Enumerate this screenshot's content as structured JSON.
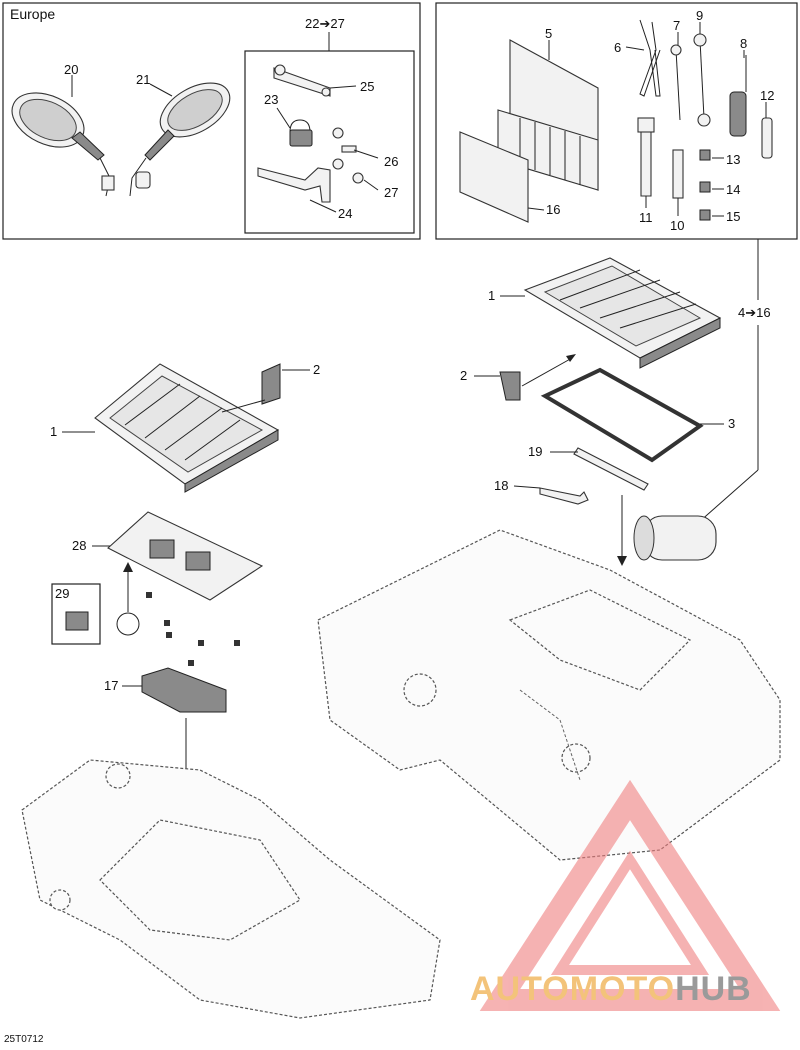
{
  "region_title": "Europe",
  "diagram_code": "25T0712",
  "kit_range_label": "22➔27",
  "toolkit_range_label": "4➔16",
  "callouts": {
    "p1a": "1",
    "p1b": "1",
    "p2a": "2",
    "p2b": "2",
    "p3": "3",
    "p5": "5",
    "p6": "6",
    "p7": "7",
    "p8": "8",
    "p9": "9",
    "p10": "10",
    "p11": "11",
    "p12": "12",
    "p13": "13",
    "p14": "14",
    "p15": "15",
    "p16a": "16",
    "p17": "17",
    "p18": "18",
    "p19": "19",
    "p20": "20",
    "p21": "21",
    "p23": "23",
    "p24": "24",
    "p25": "25",
    "p26": "26",
    "p27": "27",
    "p28": "28",
    "p29": "29"
  },
  "watermark": {
    "part_a": "AUTOMOTO",
    "part_b": "HUB",
    "color_a": "#f3c37a",
    "color_b": "#9a9a9a",
    "logo_color": "#f08080"
  }
}
